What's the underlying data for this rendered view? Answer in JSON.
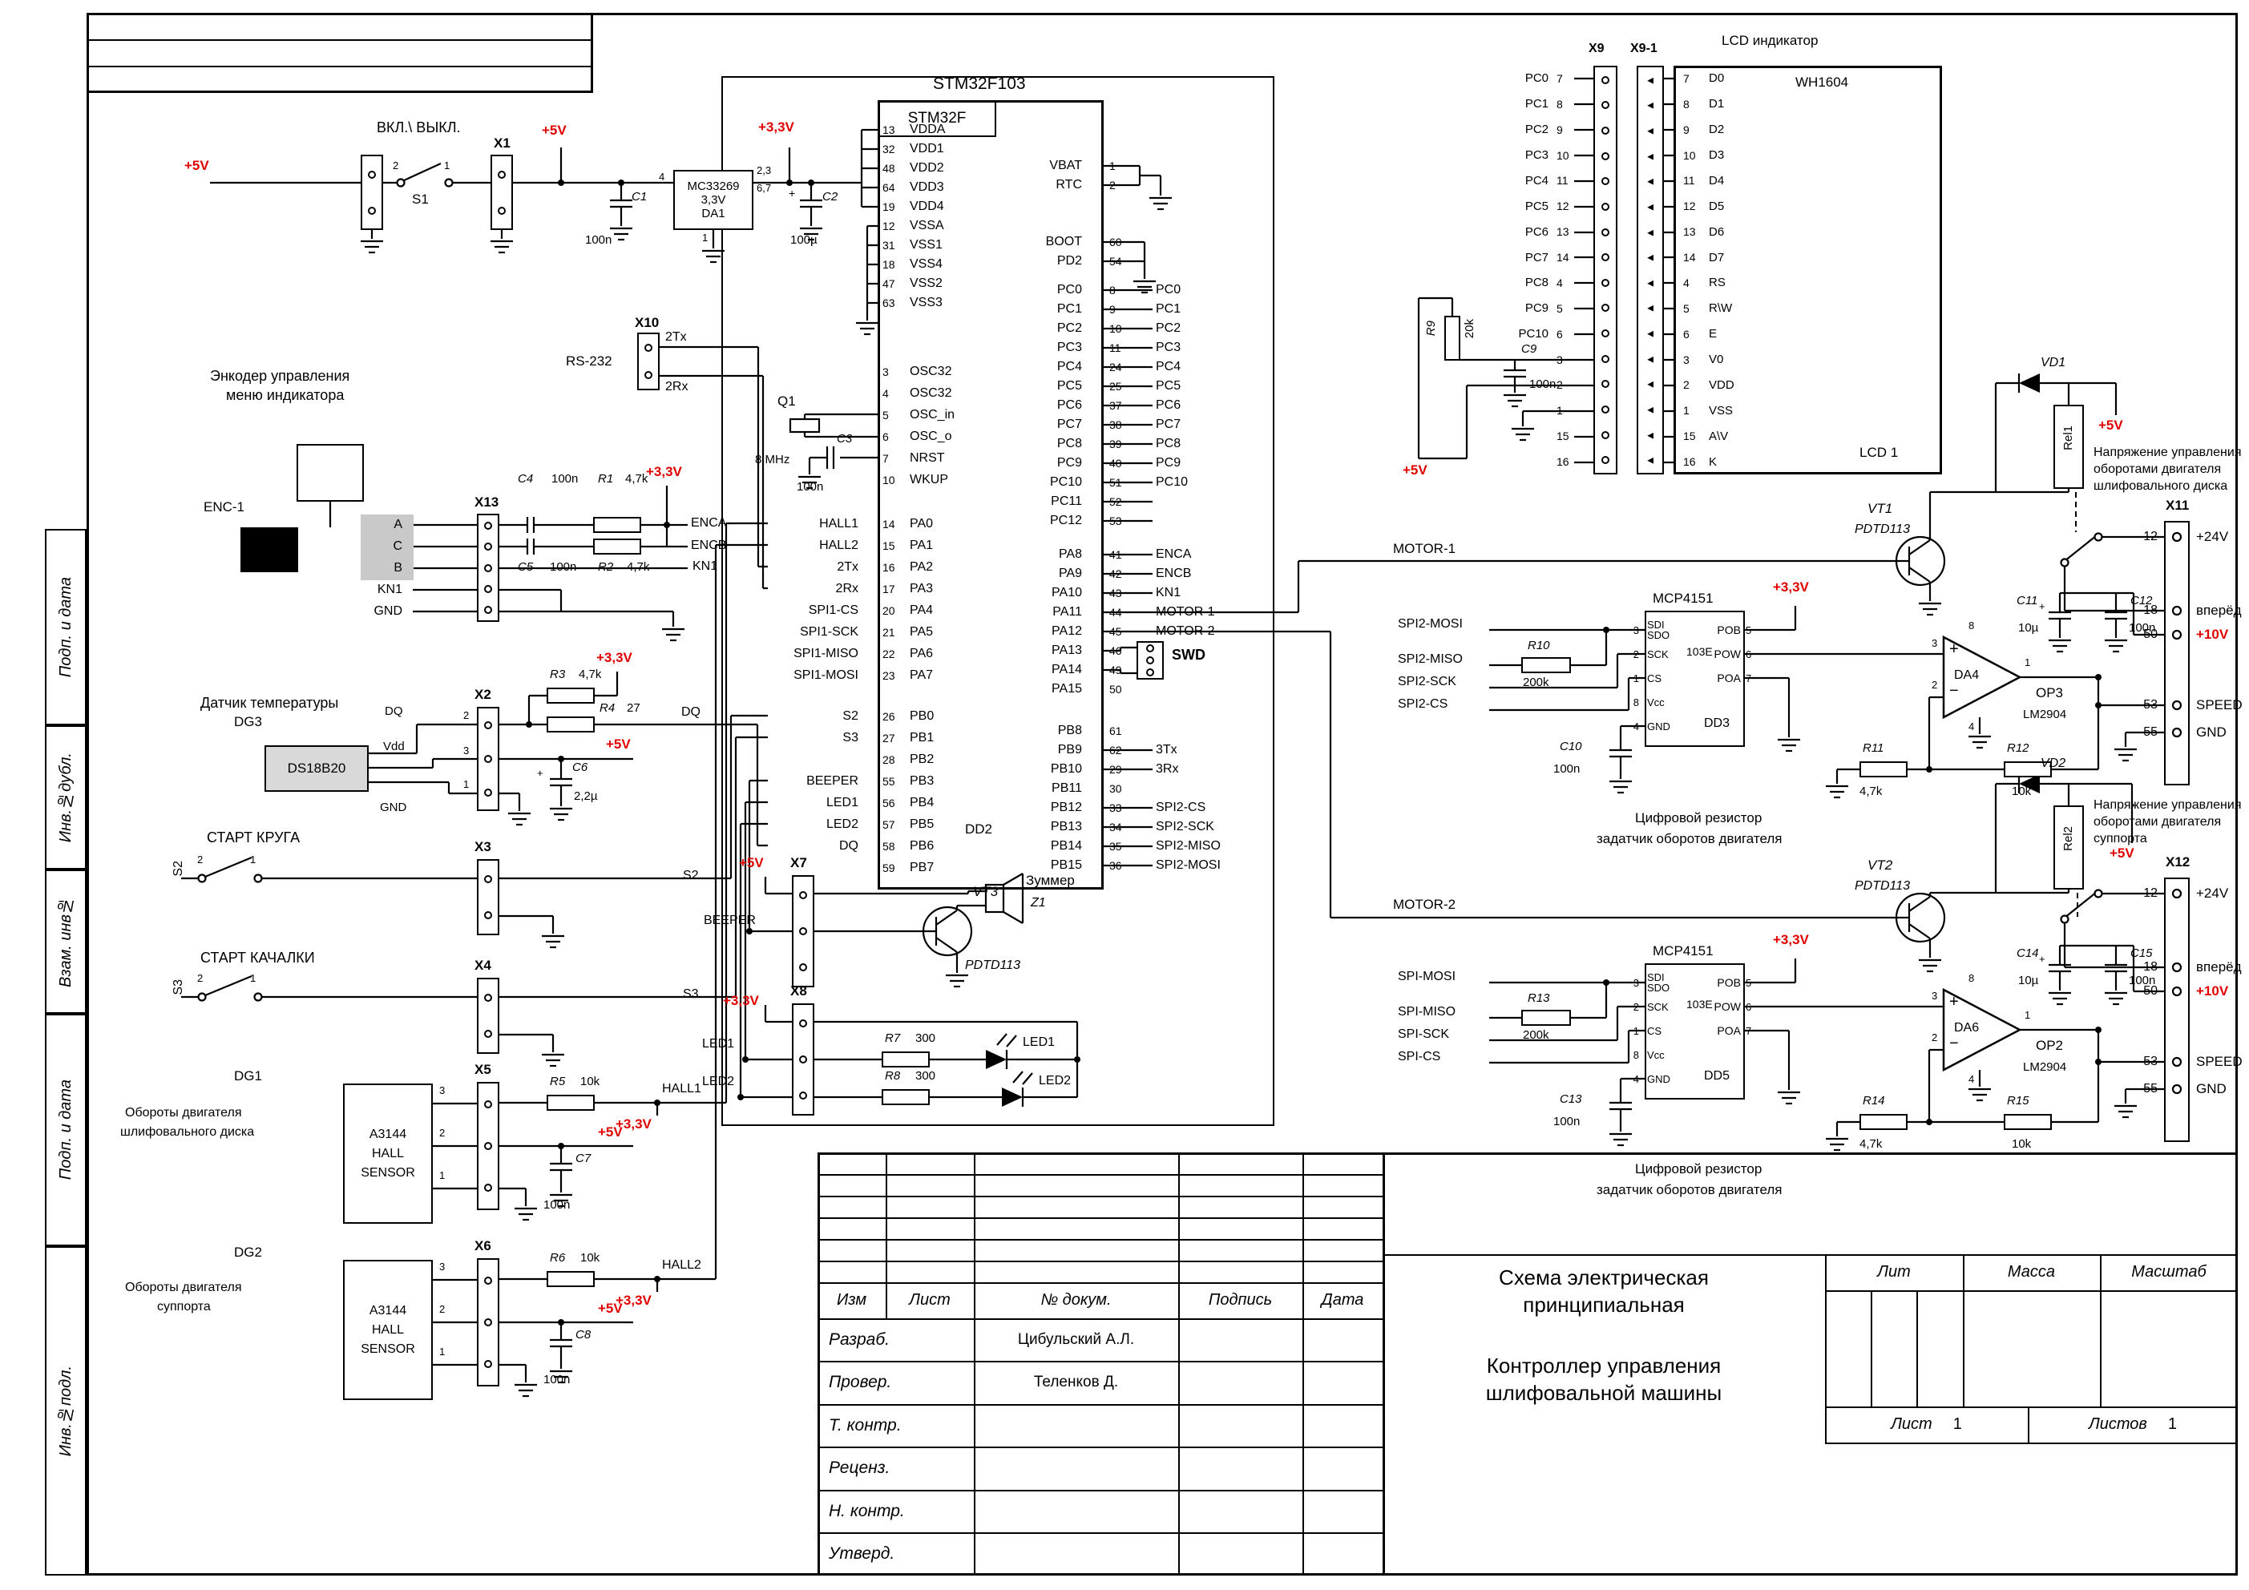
{
  "frame": {
    "side_labels": [
      "Подп. и дата",
      "Инв.№дубл.",
      "Взам. инв№",
      "Подп. и дата",
      "Инв.№подл."
    ]
  },
  "title_block": {
    "cols": [
      "Изм",
      "Лист",
      "№ докум.",
      "Подпись",
      "Дата"
    ],
    "sign_rows": [
      {
        "role": "Разраб.",
        "name": "Цибульский А.Л."
      },
      {
        "role": "Провер.",
        "name": "Теленков Д."
      },
      {
        "role": "Т. контр.",
        "name": ""
      },
      {
        "role": "Реценз.",
        "name": ""
      },
      {
        "role": "Н. контр.",
        "name": ""
      },
      {
        "role": "Утверд.",
        "name": ""
      }
    ],
    "title_lines": [
      "Схема электрическая",
      "принципиальная"
    ],
    "subtitle_lines": [
      "Контроллер управления",
      "шлифовальной машины"
    ],
    "lit": "Лит",
    "massa": "Масса",
    "masshtab": "Масштаб",
    "sheet_label": "Лист",
    "sheet_num": "1",
    "sheets_label": "Листов",
    "sheets_num": "1"
  },
  "power": {
    "v5_in": "+5V",
    "switch_caption": "ВКЛ.\\ ВЫКЛ.",
    "s1": "S1",
    "s1_pins": [
      "2",
      "1"
    ],
    "x1": "X1",
    "v5": "+5V",
    "c1": "C1",
    "c1v": "100n",
    "c2": "C2",
    "c2v": "100µ",
    "plus": "+",
    "da1_part": "MC33269",
    "da1_volt": "3,3V",
    "da1": "DA1",
    "da1_p_in": "4",
    "da1_p_out": "2,3",
    "da1_p_out2": "6,7",
    "da1_p_gnd": "1",
    "v33": "+3,3V"
  },
  "mcu": {
    "part": "STM32F103",
    "core": "STM32F",
    "ref": "DD2",
    "l_power": [
      {
        "s": "",
        "n": "13",
        "p": "VDDA"
      },
      {
        "s": "",
        "n": "32",
        "p": "VDD1"
      },
      {
        "s": "",
        "n": "48",
        "p": "VDD2"
      },
      {
        "s": "",
        "n": "64",
        "p": "VDD3"
      },
      {
        "s": "",
        "n": "19",
        "p": "VDD4"
      },
      {
        "s": "",
        "n": "12",
        "p": "VSSA"
      },
      {
        "s": "",
        "n": "31",
        "p": "VSS1"
      },
      {
        "s": "",
        "n": "18",
        "p": "VSS4"
      },
      {
        "s": "",
        "n": "47",
        "p": "VSS2"
      },
      {
        "s": "",
        "n": "63",
        "p": "VSS3"
      }
    ],
    "l_osc": [
      {
        "s": "",
        "n": "3",
        "p": "OSC32"
      },
      {
        "s": "",
        "n": "4",
        "p": "OSC32"
      },
      {
        "s": "",
        "n": "5",
        "p": "OSC_in"
      },
      {
        "s": "",
        "n": "6",
        "p": "OSC_o"
      },
      {
        "s": "",
        "n": "7",
        "p": "NRST"
      },
      {
        "s": "",
        "n": "10",
        "p": "WKUP"
      }
    ],
    "l_pa": [
      {
        "s": "HALL1",
        "n": "14",
        "p": "PA0"
      },
      {
        "s": "HALL2",
        "n": "15",
        "p": "PA1"
      },
      {
        "s": "2Tx",
        "n": "16",
        "p": "PA2"
      },
      {
        "s": "2Rx",
        "n": "17",
        "p": "PA3"
      },
      {
        "s": "SPI1-CS",
        "n": "20",
        "p": "PA4"
      },
      {
        "s": "SPI1-SCK",
        "n": "21",
        "p": "PA5"
      },
      {
        "s": "SPI1-MISO",
        "n": "22",
        "p": "PA6"
      },
      {
        "s": "SPI1-MOSI",
        "n": "23",
        "p": "PA7"
      }
    ],
    "l_pb": [
      {
        "s": "S2",
        "n": "26",
        "p": "PB0"
      },
      {
        "s": "S3",
        "n": "27",
        "p": "PB1"
      },
      {
        "s": "",
        "n": "28",
        "p": "PB2"
      },
      {
        "s": "BEEPER",
        "n": "55",
        "p": "PB3"
      },
      {
        "s": "LED1",
        "n": "56",
        "p": "PB4"
      },
      {
        "s": "LED2",
        "n": "57",
        "p": "PB5"
      },
      {
        "s": "DQ",
        "n": "58",
        "p": "PB6"
      },
      {
        "s": "",
        "n": "59",
        "p": "PB7"
      }
    ],
    "r_vbat": [
      {
        "p": "VBAT",
        "n": "1",
        "s": ""
      },
      {
        "p": "RTC",
        "n": "2",
        "s": ""
      }
    ],
    "r_boot": [
      {
        "p": "BOOT",
        "n": "60",
        "s": ""
      },
      {
        "p": "PD2",
        "n": "54",
        "s": ""
      }
    ],
    "r_pc": [
      {
        "p": "PC0",
        "n": "8",
        "s": "PC0"
      },
      {
        "p": "PC1",
        "n": "9",
        "s": "PC1"
      },
      {
        "p": "PC2",
        "n": "10",
        "s": "PC2"
      },
      {
        "p": "PC3",
        "n": "11",
        "s": "PC3"
      },
      {
        "p": "PC4",
        "n": "24",
        "s": "PC4"
      },
      {
        "p": "PC5",
        "n": "25",
        "s": "PC5"
      },
      {
        "p": "PC6",
        "n": "37",
        "s": "PC6"
      },
      {
        "p": "PC7",
        "n": "38",
        "s": "PC7"
      },
      {
        "p": "PC8",
        "n": "39",
        "s": "PC8"
      },
      {
        "p": "PC9",
        "n": "40",
        "s": "PC9"
      },
      {
        "p": "PC10",
        "n": "51",
        "s": "PC10"
      },
      {
        "p": "PC11",
        "n": "52",
        "s": ""
      },
      {
        "p": "PC12",
        "n": "53",
        "s": ""
      }
    ],
    "r_pa": [
      {
        "p": "PA8",
        "n": "41",
        "s": "ENCA"
      },
      {
        "p": "PA9",
        "n": "42",
        "s": "ENCB"
      },
      {
        "p": "PA10",
        "n": "43",
        "s": "KN1"
      },
      {
        "p": "PA11",
        "n": "44",
        "s": "MOTOR-1"
      },
      {
        "p": "PA12",
        "n": "45",
        "s": "MOTOR-2"
      },
      {
        "p": "PA13",
        "n": "46",
        "s": ""
      },
      {
        "p": "PA14",
        "n": "49",
        "s": ""
      },
      {
        "p": "PA15",
        "n": "50",
        "s": ""
      }
    ],
    "r_pb": [
      {
        "p": "PB8",
        "n": "61",
        "s": ""
      },
      {
        "p": "PB9",
        "n": "62",
        "s": "3Tx"
      },
      {
        "p": "PB10",
        "n": "29",
        "s": "3Rx"
      },
      {
        "p": "PB11",
        "n": "30",
        "s": ""
      },
      {
        "p": "PB12",
        "n": "33",
        "s": "SPI2-CS"
      },
      {
        "p": "PB13",
        "n": "34",
        "s": "SPI2-SCK"
      },
      {
        "p": "PB14",
        "n": "35",
        "s": "SPI2-MISO"
      },
      {
        "p": "PB15",
        "n": "36",
        "s": "SPI2-MOSI"
      }
    ]
  },
  "osc": {
    "q1": "Q1",
    "freq": "8 MHz",
    "c3": "C3",
    "c3v": "100n"
  },
  "swd": {
    "label": "SWD"
  },
  "rs232": {
    "x10": "X10",
    "name": "RS-232",
    "tx": "2Tx",
    "rx": "2Rx"
  },
  "encoder": {
    "cap1": "Энкодер управления",
    "cap2": "меню индикатора",
    "ref": "ENC-1",
    "pins": [
      "A",
      "C",
      "B",
      "KN1",
      "GND"
    ],
    "x13": "X13",
    "c4": "C4",
    "c4v": "100n",
    "r1": "R1",
    "r1v": "4,7k",
    "c5": "C5",
    "c5v": "100n",
    "r2": "R2",
    "r2v": "4,7k",
    "v33": "+3,3V",
    "sig_a": "ENCA",
    "sig_b": "ENCB",
    "sig_k": "KN1"
  },
  "temp": {
    "caption": "Датчик температуры",
    "ref": "DG3",
    "part": "DS18B20",
    "pin_dq": "DQ",
    "pin_vdd": "Vdd",
    "pin_gnd": "GND",
    "x2": "X2",
    "x2_pins": [
      "2",
      "3",
      "1"
    ],
    "r3": "R3",
    "r3v": "4,7k",
    "r4": "R4",
    "r4v": "27",
    "c6": "C6",
    "c6v": "2,2µ",
    "plus": "+",
    "v33": "+3,3V",
    "v5": "+5V",
    "signal": "DQ"
  },
  "sw_krug": {
    "caption": "СТАРТ КРУГА",
    "ref": "S2",
    "pins": [
      "2",
      "1"
    ],
    "x": "X3",
    "signal": "S2"
  },
  "sw_kach": {
    "caption": "СТАРТ КАЧАЛКИ",
    "ref": "S3",
    "pins": [
      "2",
      "1"
    ],
    "x": "X4",
    "signal": "S3"
  },
  "hall1": {
    "ref": "DG1",
    "cap1": "Обороты двигателя",
    "cap2": "шлифовального диска",
    "chip": [
      "A3144",
      "HALL",
      "SENSOR"
    ],
    "pins": [
      "3",
      "2",
      "1"
    ],
    "x": "X5",
    "r": "R5",
    "rv": "10k",
    "c": "C7",
    "cv": "100n",
    "v33": "+3,3V",
    "v5": "+5V",
    "signal": "HALL1"
  },
  "hall2": {
    "ref": "DG2",
    "cap1": "Обороты двигателя",
    "cap2": "суппорта",
    "chip": [
      "A3144",
      "HALL",
      "SENSOR"
    ],
    "pins": [
      "3",
      "2",
      "1"
    ],
    "x": "X6",
    "r": "R6",
    "rv": "10k",
    "c": "C8",
    "cv": "100n",
    "v33": "+3,3V",
    "v5": "+5V",
    "signal": "HALL2"
  },
  "buzzer": {
    "x": "X7",
    "v5": "+5V",
    "signal": "BEEPER",
    "vt": "VT3",
    "vt_part": "PDTD113",
    "caption": "Зуммер",
    "ref": "Z1"
  },
  "leds": {
    "x": "X8",
    "v33": "+3,3V",
    "sig1": "LED1",
    "sig2": "LED2",
    "r7": "R7",
    "r7v": "300",
    "r8": "R8",
    "r8v": "300",
    "d1": "LED1",
    "d2": "LED2"
  },
  "lcd": {
    "caption": "LCD индикатор",
    "part": "WH1604",
    "ref": "LCD 1",
    "x9": "X9",
    "x9_1": "X9-1",
    "x9_rows": [
      {
        "s": "PC0",
        "n": "7"
      },
      {
        "s": "PC1",
        "n": "8"
      },
      {
        "s": "PC2",
        "n": "9"
      },
      {
        "s": "PC3",
        "n": "10"
      },
      {
        "s": "PC4",
        "n": "11"
      },
      {
        "s": "PC5",
        "n": "12"
      },
      {
        "s": "PC6",
        "n": "13"
      },
      {
        "s": "PC7",
        "n": "14"
      },
      {
        "s": "PC8",
        "n": "4"
      },
      {
        "s": "PC9",
        "n": "5"
      },
      {
        "s": "PC10",
        "n": "6"
      },
      {
        "s": "",
        "n": "3"
      },
      {
        "s": "",
        "n": "2"
      },
      {
        "s": "",
        "n": "1"
      },
      {
        "s": "",
        "n": "15"
      },
      {
        "s": "",
        "n": "16"
      }
    ],
    "pins": [
      {
        "n": "7",
        "p": "D0"
      },
      {
        "n": "8",
        "p": "D1"
      },
      {
        "n": "9",
        "p": "D2"
      },
      {
        "n": "10",
        "p": "D3"
      },
      {
        "n": "11",
        "p": "D4"
      },
      {
        "n": "12",
        "p": "D5"
      },
      {
        "n": "13",
        "p": "D6"
      },
      {
        "n": "14",
        "p": "D7"
      },
      {
        "n": "4",
        "p": "RS"
      },
      {
        "n": "5",
        "p": "R\\W"
      },
      {
        "n": "6",
        "p": "E"
      },
      {
        "n": "3",
        "p": "V0"
      },
      {
        "n": "2",
        "p": "VDD"
      },
      {
        "n": "1",
        "p": "VSS"
      },
      {
        "n": "15",
        "p": "A\\V"
      },
      {
        "n": "16",
        "p": "K"
      }
    ],
    "r9": "R9",
    "r9v": "20k",
    "c9": "C9",
    "c9v": "100n",
    "v5": "+5V"
  },
  "m1": {
    "signal": "MOTOR-1",
    "vt": "VT1",
    "vt_part": "PDTD113",
    "vd": "VD1",
    "rel": "Rel1",
    "v5": "+5V",
    "x": "X11",
    "x_rows": [
      {
        "n": "12",
        "t": "+24V",
        "r": ""
      },
      {
        "n": "18",
        "t": "вперёд",
        "r": ""
      },
      {
        "n": "50",
        "t": "",
        "r": "+10V"
      },
      {
        "n": "53",
        "t": "SPEED",
        "r": ""
      },
      {
        "n": "55",
        "t": "GND",
        "r": ""
      }
    ],
    "note": [
      "Напряжение управления",
      "оборотами двигателя",
      "шлифовального диска"
    ],
    "pot": "MCP4151",
    "pot_ref": "DD3",
    "pot_type": "103E",
    "pot_l": [
      {
        "n": "3",
        "p": "SDI\nSDO"
      },
      {
        "n": "2",
        "p": "SCK"
      },
      {
        "n": "1",
        "p": "CS"
      },
      {
        "n": "8",
        "p": "Vcc"
      },
      {
        "n": "4",
        "p": "GND"
      }
    ],
    "pot_r": [
      {
        "p": "POB",
        "n": "5"
      },
      {
        "p": "POW",
        "n": "6"
      },
      {
        "p": "POA",
        "n": "7"
      }
    ],
    "in": [
      "SPI2-MOSI",
      "SPI2-MISO",
      "SPI2-SCK",
      "SPI2-CS"
    ],
    "r10": "R10",
    "r10v": "200k",
    "c10": "C10",
    "c10v": "100n",
    "v33": "+3,3V",
    "pot_note": [
      "Цифровой резистор",
      "задатчик оборотов двигателя"
    ],
    "oa": "DA4",
    "oa_name": "OP3",
    "oa_part": "LM2904",
    "oa_plus": "+",
    "oa_minus": "−",
    "oa_p3": "3",
    "oa_p2": "2",
    "oa_p8": "8",
    "oa_p4": "4",
    "oa_p1": "1",
    "r11": "R11",
    "r11v": "4,7k",
    "r12": "R12",
    "r12v": "10k",
    "c11": "C11",
    "c11v": "10µ",
    "c12": "C12",
    "c12v": "100n",
    "plus": "+"
  },
  "m2": {
    "signal": "MOTOR-2",
    "vt": "VT2",
    "vt_part": "PDTD113",
    "vd": "VD2",
    "rel": "Rel2",
    "v5": "+5V",
    "x": "X12",
    "x_rows": [
      {
        "n": "12",
        "t": "+24V",
        "r": ""
      },
      {
        "n": "18",
        "t": "вперёд",
        "r": ""
      },
      {
        "n": "50",
        "t": "",
        "r": "+10V"
      },
      {
        "n": "53",
        "t": "SPEED",
        "r": ""
      },
      {
        "n": "55",
        "t": "GND",
        "r": ""
      }
    ],
    "note": [
      "Напряжение управления",
      "оборотами двигателя",
      "суппорта"
    ],
    "pot": "MCP4151",
    "pot_ref": "DD5",
    "pot_type": "103E",
    "pot_l": [
      {
        "n": "3",
        "p": "SDI\nSDO"
      },
      {
        "n": "2",
        "p": "SCK"
      },
      {
        "n": "1",
        "p": "CS"
      },
      {
        "n": "8",
        "p": "Vcc"
      },
      {
        "n": "4",
        "p": "GND"
      }
    ],
    "pot_r": [
      {
        "p": "POB",
        "n": "5"
      },
      {
        "p": "POW",
        "n": "6"
      },
      {
        "p": "POA",
        "n": "7"
      }
    ],
    "in": [
      "SPI-MOSI",
      "SPI-MISO",
      "SPI-SCK",
      "SPI-CS"
    ],
    "r13": "R13",
    "r13v": "200k",
    "c13": "C13",
    "c13v": "100n",
    "v33": "+3,3V",
    "pot_note": [
      "Цифровой резистор",
      "задатчик оборотов двигателя"
    ],
    "oa": "DA6",
    "oa_name": "OP2",
    "oa_part": "LM2904",
    "oa_plus": "+",
    "oa_minus": "−",
    "oa_p3": "3",
    "oa_p2": "2",
    "oa_p8": "8",
    "oa_p4": "4",
    "oa_p1": "1",
    "r14": "R14",
    "r14v": "4,7k",
    "r15": "R15",
    "r15v": "10k",
    "c14": "C14",
    "c14v": "10µ",
    "c15": "C15",
    "c15v": "100n",
    "plus": "+"
  }
}
